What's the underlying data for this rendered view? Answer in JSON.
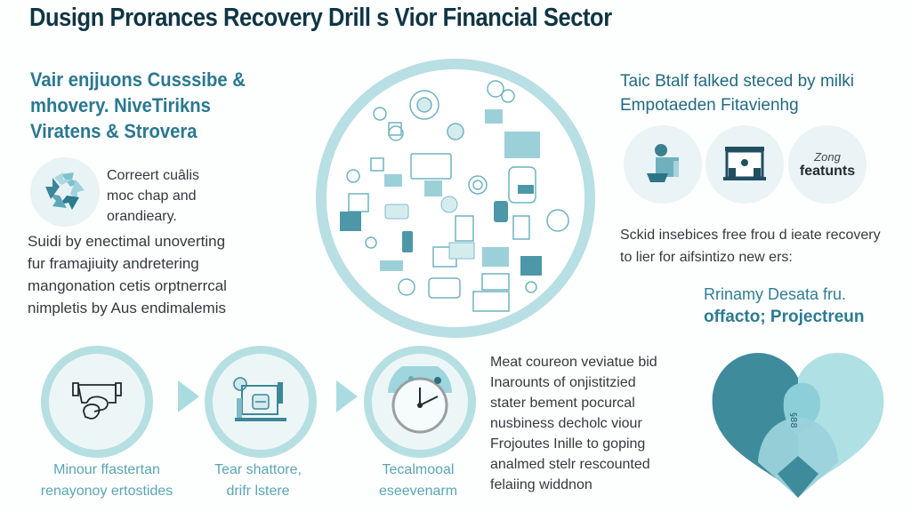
{
  "title": "Dusign Prorances Recovery Drill s Vior Financial Sector",
  "left_panel": {
    "heading_lines": [
      "Vair enjjuons Cusssibe &",
      "mhovery. NiveTirikns",
      "Viratens & Strovera"
    ],
    "icon": "recycle-arrows-icon",
    "short_text_lines": [
      "Correert cuâlis",
      "moc chap and",
      "orandieary."
    ],
    "long_text_lines": [
      "Suidi by enectimal unoverting",
      "fur framajiuity andretering",
      "mangonation cetis orptnerrcal",
      "nimpletis by Aus endimalemis"
    ]
  },
  "center_graphic": {
    "description": "collage-of-finance-icons",
    "ring_color": "#b8dfe3"
  },
  "right_panel": {
    "heading_lines": [
      "Taic Btalf falked steced by milki",
      "Empotaeden Fitavienhg"
    ],
    "feature_circles": [
      {
        "icon": "person-at-computer-icon",
        "label": ""
      },
      {
        "icon": "bank-building-icon",
        "label": ""
      },
      {
        "icon": "",
        "label_top": "Zong",
        "label": "featunts"
      }
    ],
    "text_lines": [
      "Sckid insebices free frou d ieate recovery",
      "to lier for aifsintizo new ers:"
    ],
    "sub_heading_line1": "Rrinamy Desata fru.",
    "sub_heading_line2": "offacto; Projectreun",
    "heart_icon": "overlapping-heart-icon"
  },
  "steps": [
    {
      "icon": "handshake-icon",
      "label_lines": [
        "Minour ffastertan",
        "renayonoy ertostides"
      ]
    },
    {
      "icon": "workstation-icon",
      "label_lines": [
        "Tear shattore,",
        "drifr lstere"
      ]
    },
    {
      "icon": "clock-icon",
      "label_lines": [
        "Tecalmooal",
        "eseevenarm"
      ]
    }
  ],
  "middle_text_lines": [
    "Meat coureon veviatue bid",
    "Inarounts of onjistitzied",
    "stater bement pocurcal",
    "nusbiness decholc viour",
    "Frojoutes Inille to goping",
    "analmed stelr rescounted",
    "felaiing widdnon"
  ],
  "colors": {
    "title": "#0f3544",
    "accent_teal": "#2a7890",
    "light_teal": "#b6dfe2",
    "heart_dark": "#3e8b9b",
    "heart_light": "#aee0e4"
  }
}
